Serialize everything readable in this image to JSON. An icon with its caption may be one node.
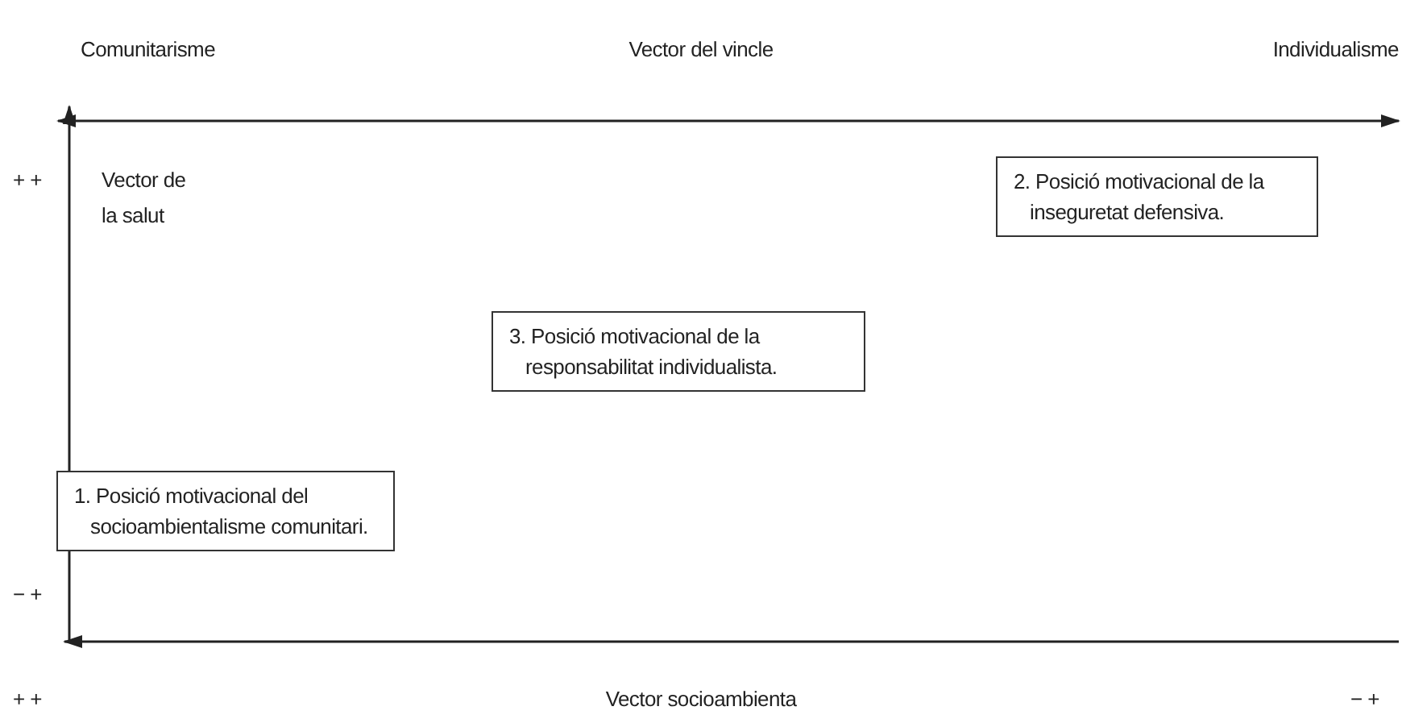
{
  "diagram": {
    "nodes": [
      {
        "text": [
          "2. Posició motivacional de la inseguretat defensiva."
        ]
      },
      {
        "text": [
          "3. Posició motivacional de la responsabilitat individualista."
        ]
      },
      {
        "text": [
          "1. Posició motivacional del socioambientalisme comunitari."
        ]
      }
    ],
    "labels": [
      "Comunitarisme",
      "Vector del vincle",
      "Individualisme",
      "+ +",
      "Vector de la salut",
      "− +",
      "+ +",
      "Vector socioambienta",
      "− +"
    ]
  }
}
